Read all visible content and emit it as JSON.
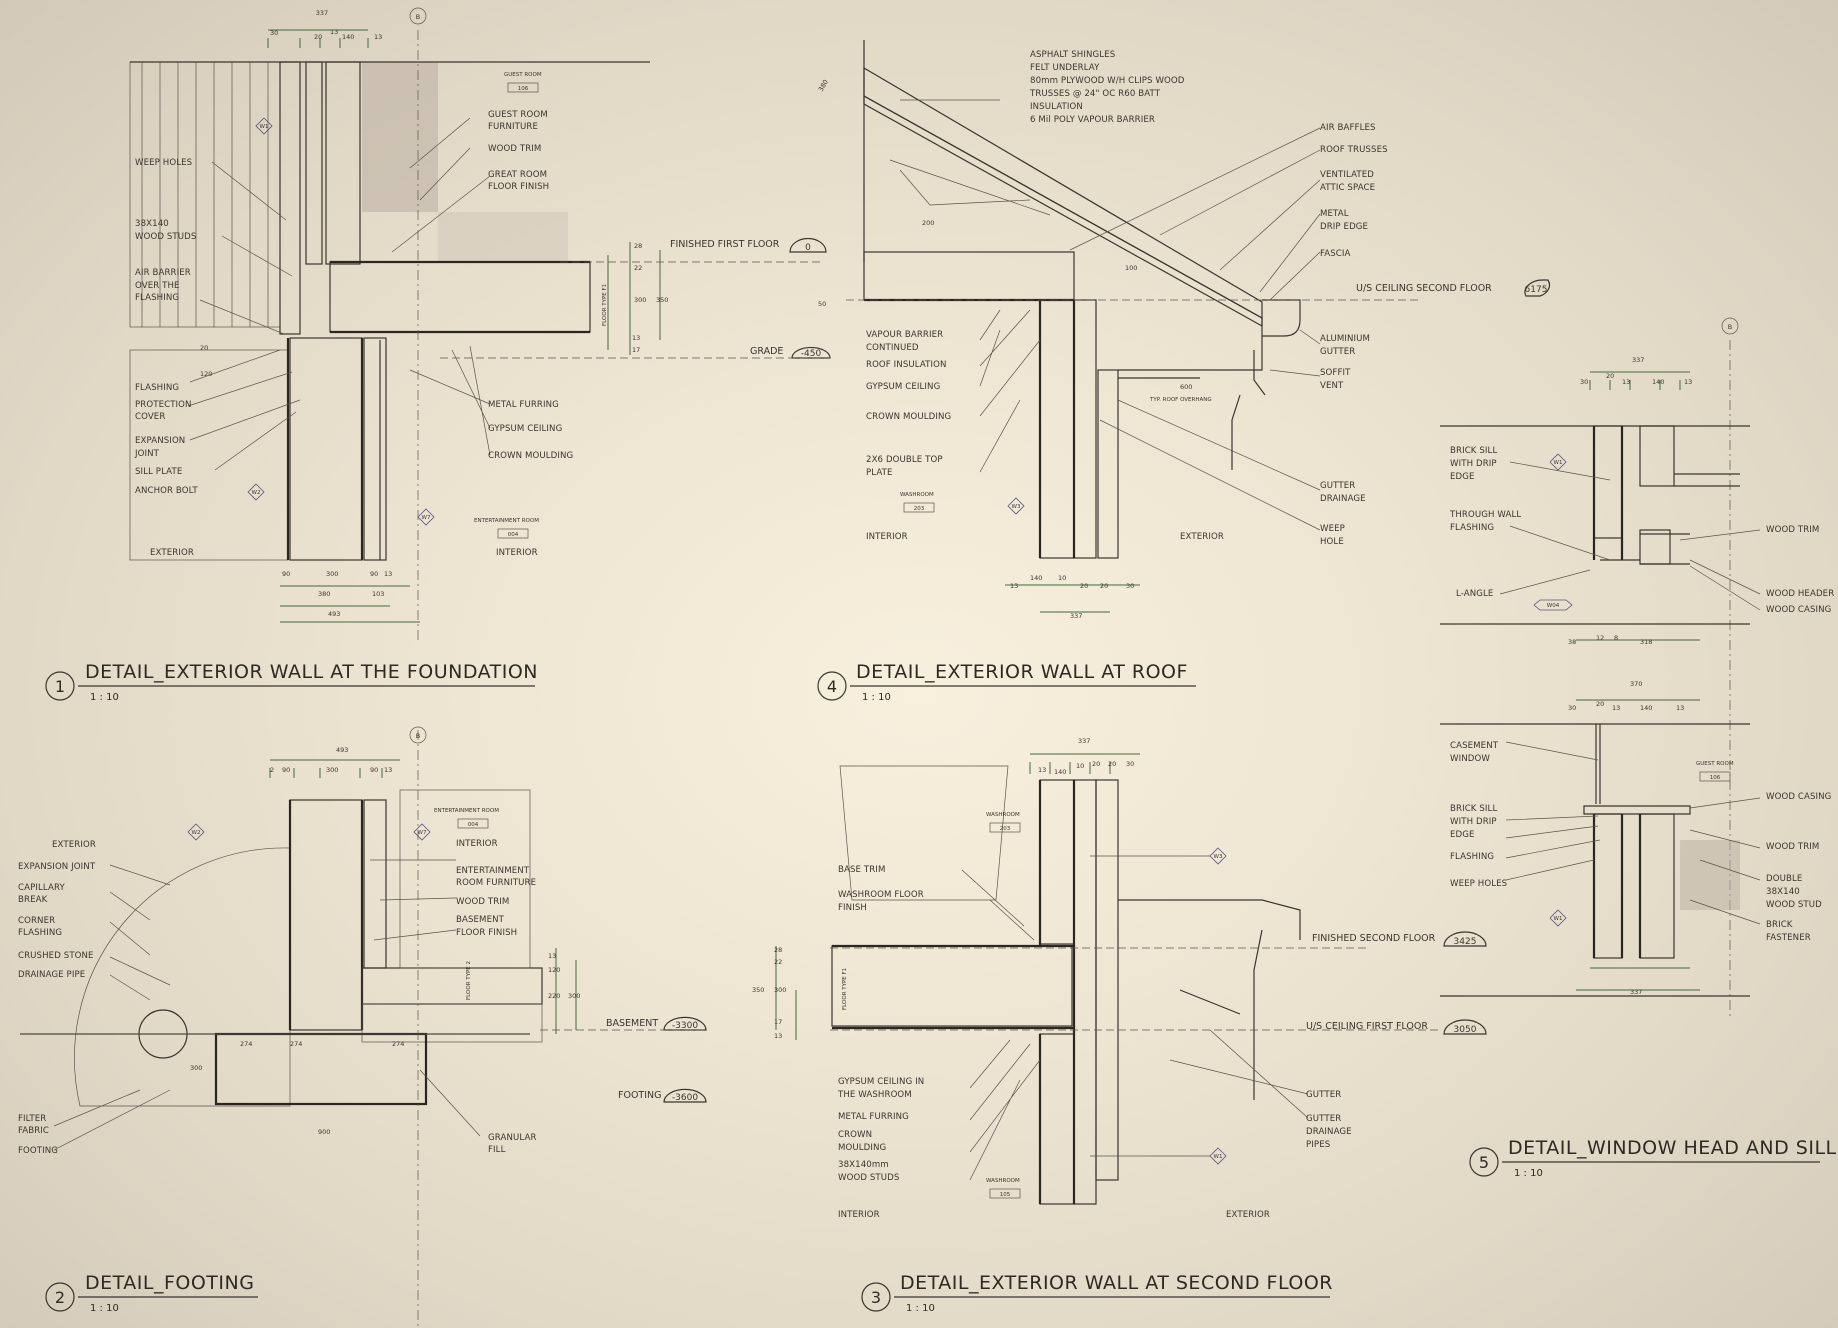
{
  "details": [
    {
      "num": "1",
      "title": "DETAIL_EXTERIOR WALL AT THE FOUNDATION",
      "scale": "1 : 10"
    },
    {
      "num": "4",
      "title": "DETAIL_EXTERIOR WALL AT ROOF",
      "scale": "1 : 10"
    },
    {
      "num": "2",
      "title": "DETAIL_FOOTING",
      "scale": "1 : 10"
    },
    {
      "num": "3",
      "title": "DETAIL_EXTERIOR WALL AT SECOND FLOOR",
      "scale": "1 : 10"
    },
    {
      "num": "5",
      "title": "DETAIL_WINDOW HEAD AND SILL",
      "scale": "1 : 10"
    }
  ],
  "levels": {
    "finished_first_floor": {
      "label": "FINISHED FIRST FLOOR",
      "value": "0"
    },
    "grade": {
      "label": "GRADE",
      "value": "-450"
    },
    "us_ceiling_second_floor": {
      "label": "U/S CEILING SECOND FLOOR",
      "value": "6175"
    },
    "basement": {
      "label": "BASEMENT",
      "value": "-3300"
    },
    "footing": {
      "label": "FOOTING",
      "value": "-3600"
    },
    "finished_second_floor": {
      "label": "FINISHED SECOND FLOOR",
      "value": "3425"
    },
    "us_ceiling_first_floor": {
      "label": "U/S CEILING FIRST FLOOR",
      "value": "3050"
    }
  },
  "grid_marker": "B",
  "d1": {
    "left": [
      "WEEP HOLES",
      "38X140",
      "WOOD STUDS",
      "AIR BARRIER",
      "OVER THE",
      "FLASHING",
      "FLASHING",
      "PROTECTION",
      "COVER",
      "EXPANSION",
      "JOINT",
      "SILL PLATE",
      "ANCHOR BOLT",
      "EXTERIOR"
    ],
    "right": [
      "GUEST ROOM",
      "FURNITURE",
      "WOOD TRIM",
      "GREAT ROOM",
      "FLOOR FINISH",
      "METAL FURRING",
      "GYPSUM CEILING",
      "CROWN MOULDING",
      "INTERIOR"
    ],
    "room_guest": "GUEST ROOM",
    "room_guest_no": "106",
    "room_ent": "ENTERTAINMENT ROOM",
    "room_ent_no": "004",
    "floor_type": "FLOOR TYPE F1",
    "dims_top": [
      "337",
      "30",
      "20",
      "13",
      "140",
      "13"
    ],
    "dims_bot": [
      "90",
      "300",
      "90",
      "13",
      "380",
      "103",
      "493"
    ],
    "dims_side": [
      "28",
      "22",
      "300",
      "350",
      "13",
      "17",
      "20",
      "120"
    ],
    "tags": [
      "W1",
      "W2",
      "W7"
    ]
  },
  "d4": {
    "top": [
      "ASPHALT SHINGLES",
      "FELT UNDERLAY",
      "80mm PLYWOOD W/H CLIPS WOOD",
      "TRUSSES @ 24\" OC R60 BATT",
      "INSULATION",
      "6 Mil POLY VAPOUR BARRIER"
    ],
    "right": [
      "AIR BAFFLES",
      "ROOF TRUSSES",
      "VENTILATED",
      "ATTIC SPACE",
      "METAL",
      "DRIP EDGE",
      "FASCIA",
      "ALUMINIUM",
      "GUTTER",
      "SOFFIT",
      "VENT",
      "GUTTER",
      "DRAINAGE",
      "WEEP",
      "HOLE",
      "EXTERIOR"
    ],
    "left": [
      "VAPOUR BARRIER",
      "CONTINUED",
      "ROOF INSULATION",
      "GYPSUM CEILING",
      "CROWN MOULDING",
      "2X6 DOUBLE TOP",
      "PLATE",
      "INTERIOR"
    ],
    "room": "WASHROOM",
    "room_no": "203",
    "overhang": "TYP. ROOF OVERHANG",
    "overhang_dim": "600",
    "dims": [
      "13",
      "140",
      "10",
      "20",
      "20",
      "30",
      "337",
      "200",
      "100",
      "50",
      "380"
    ],
    "tag": "W3"
  },
  "d2": {
    "left": [
      "EXTERIOR",
      "EXPANSION JOINT",
      "CAPILLARY",
      "BREAK",
      "CORNER",
      "FLASHING",
      "CRUSHED STONE",
      "DRAINAGE PIPE",
      "FILTER",
      "FABRIC",
      "FOOTING"
    ],
    "right": [
      "ENTERTAINMENT",
      "ROOM FURNITURE",
      "WOOD TRIM",
      "BASEMENT",
      "FLOOR FINISH",
      "GRANULAR",
      "FILL",
      "INTERIOR"
    ],
    "room": "ENTERTAINMENT ROOM",
    "room_no": "004",
    "floor_type": "FLOOR TYPE 2",
    "dims": [
      "493",
      "2",
      "90",
      "300",
      "90",
      "13",
      "274",
      "274",
      "274",
      "900",
      "300",
      "13",
      "120",
      "220",
      "300"
    ],
    "tags": [
      "W2",
      "W7"
    ]
  },
  "d3": {
    "left": [
      "BASE TRIM",
      "WASHROOM FLOOR",
      "FINISH",
      "GYPSUM CEILING IN",
      "THE WASHROOM",
      "METAL FURRING",
      "CROWN",
      "MOULDING",
      "38X140mm",
      "WOOD STUDS",
      "INTERIOR"
    ],
    "right": [
      "GUTTER",
      "GUTTER",
      "DRAINAGE",
      "PIPES",
      "EXTERIOR"
    ],
    "room_top": "WASHROOM",
    "room_top_no": "203",
    "room_bot": "WASHROOM",
    "room_bot_no": "105",
    "floor_type": "FLOOR TYPE F1",
    "dims": [
      "337",
      "13",
      "140",
      "10",
      "20",
      "20",
      "30",
      "300",
      "13",
      "17",
      "22",
      "28",
      "350"
    ],
    "tags": [
      "W3",
      "W1"
    ]
  },
  "d5": {
    "left": [
      "BRICK SILL",
      "WITH DRIP",
      "EDGE",
      "THROUGH WALL",
      "FLASHING",
      "L-ANGLE",
      "CASEMENT",
      "WINDOW",
      "BRICK SILL",
      "WITH DRIP",
      "EDGE",
      "FLASHING",
      "WEEP HOLES"
    ],
    "right": [
      "WOOD TRIM",
      "WOOD HEADER",
      "WOOD CASING",
      "WOOD CASING",
      "WOOD TRIM",
      "DOUBLE",
      "38X140",
      "WOOD STUD",
      "BRICK",
      "FASTENER"
    ],
    "room": "GUEST ROOM",
    "room_no": "106",
    "dims": [
      "337",
      "30",
      "20",
      "13",
      "140",
      "13",
      "38",
      "12",
      "8",
      "318",
      "370",
      "30",
      "20",
      "13",
      "140",
      "13",
      "337"
    ],
    "tags": [
      "W1",
      "W1",
      "W04"
    ]
  },
  "colors": {
    "paper": "#efe5d3",
    "ink": "#3a3530",
    "accent": "#3c6e3c",
    "tag": "#5a4f8a"
  }
}
